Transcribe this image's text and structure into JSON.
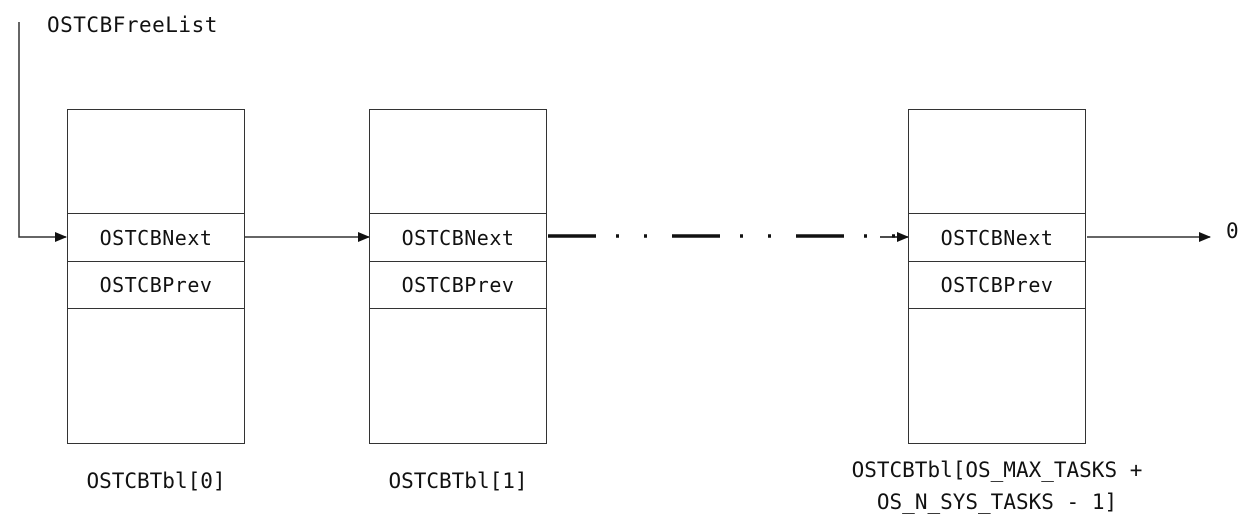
{
  "free_list": {
    "label": "OSTCBFreeList"
  },
  "tcbs": [
    {
      "next_label": "OSTCBNext",
      "prev_label": "OSTCBPrev",
      "caption_line1": "OSTCBTbl[0]",
      "caption_line2": ""
    },
    {
      "next_label": "OSTCBNext",
      "prev_label": "OSTCBPrev",
      "caption_line1": "OSTCBTbl[1]",
      "caption_line2": ""
    },
    {
      "next_label": "OSTCBNext",
      "prev_label": "OSTCBPrev",
      "caption_line1": "OSTCBTbl[OS_MAX_TASKS +",
      "caption_line2": "OS_N_SYS_TASKS - 1]"
    }
  ],
  "terminator": {
    "label": "0"
  },
  "colors": {
    "line": "#333333",
    "text": "#111111"
  }
}
